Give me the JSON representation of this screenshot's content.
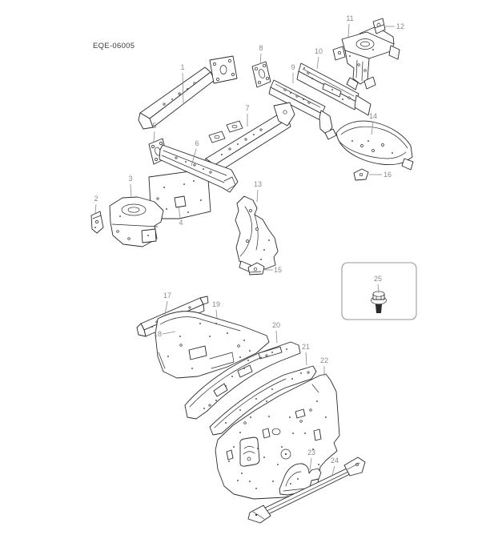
{
  "diagram": {
    "code": "EQE-06005",
    "callouts": [
      {
        "number": "1"
      },
      {
        "number": "2"
      },
      {
        "number": "3"
      },
      {
        "number": "4"
      },
      {
        "number": "5"
      },
      {
        "number": "6"
      },
      {
        "number": "7"
      },
      {
        "number": "8"
      },
      {
        "number": "9"
      },
      {
        "number": "10"
      },
      {
        "number": "11"
      },
      {
        "number": "12"
      },
      {
        "number": "13"
      },
      {
        "number": "14"
      },
      {
        "number": "15"
      },
      {
        "number": "16"
      },
      {
        "number": "17"
      },
      {
        "number": "18"
      },
      {
        "number": "19"
      },
      {
        "number": "20"
      },
      {
        "number": "21"
      },
      {
        "number": "22"
      },
      {
        "number": "23"
      },
      {
        "number": "24"
      },
      {
        "number": "25"
      }
    ],
    "colors": {
      "background": "#ffffff",
      "part_line": "#2b2b2b",
      "callout_text": "#8a8a8a",
      "leader_line": "#8a8a8a",
      "fastener_box_border": "#9a9a9a",
      "title_text": "#3a3a3a"
    }
  }
}
